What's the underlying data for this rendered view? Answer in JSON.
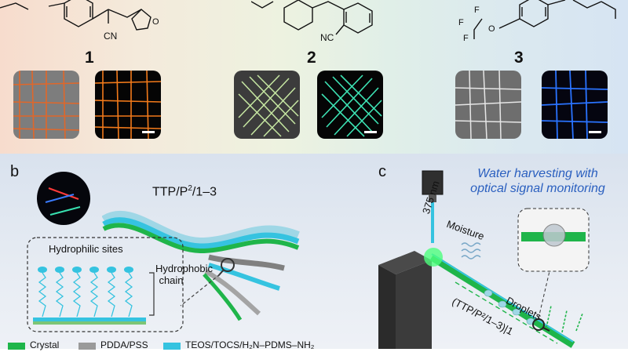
{
  "panel_a": {
    "compounds": [
      {
        "number": "1",
        "substituents": [
          "CN"
        ],
        "emission_color": "#f06a1c"
      },
      {
        "number": "2",
        "substituents": [
          "NC"
        ],
        "emission_color": "#33e0a6"
      },
      {
        "number": "3",
        "substituents": [
          "F",
          "F",
          "F",
          "O"
        ],
        "emission_color": "#2f7bff"
      }
    ]
  },
  "panel_b": {
    "letter": "b",
    "title_prefix": "TTP/P",
    "title_sup": "2",
    "title_suffix": "/1–3",
    "hydrophilic_label": "Hydrophilic sites",
    "hydrophobic_label": "Hydrophobic chain"
  },
  "panel_c": {
    "letter": "c",
    "title_line1": "Water harvesting with",
    "title_line2": "optical signal monitoring",
    "wavelength": "375 nm",
    "moisture": "Moisture",
    "droplets": "Droplets",
    "formula": "(TTP/P²/1–3)|1"
  },
  "legend": [
    {
      "label": "Crystal",
      "color": "#1fb54a"
    },
    {
      "label": "PDDA/PSS",
      "color": "#9a9a9a"
    },
    {
      "label": "TEOS/TOCS/H₂N–PDMS–NH₂",
      "color": "#35c3e0"
    }
  ]
}
